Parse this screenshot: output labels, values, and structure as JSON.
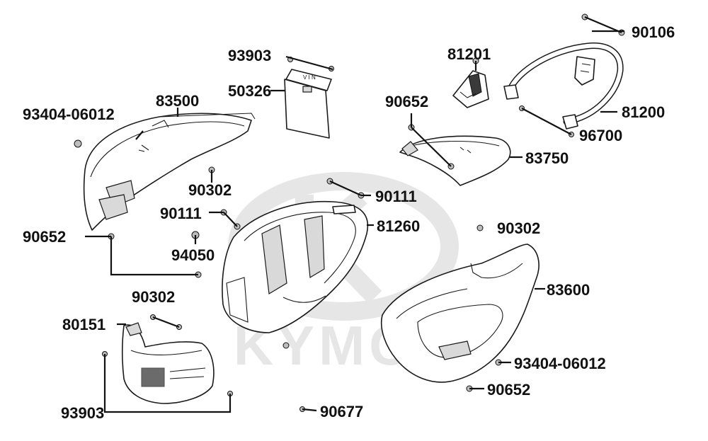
{
  "watermark": {
    "brand": "KYMCO",
    "color": "#e6e6e6"
  },
  "labels": {
    "p90106": "90106",
    "p93903_top": "93903",
    "p81201": "81201",
    "p50326": "50326",
    "p83500": "83500",
    "p90652_right": "90652",
    "p81200": "81200",
    "p93404_left": "93404-06012",
    "p96700": "96700",
    "p83750": "83750",
    "p90302_a": "90302",
    "p90111_right": "90111",
    "p90111_left": "90111",
    "p81260": "81260",
    "p90652_left": "90652",
    "p90302_b": "90302",
    "p94050": "94050",
    "p83600": "83600",
    "p90302_c": "90302",
    "p80151": "80151",
    "p93404_right": "93404-06012",
    "p90652_bottom": "90652",
    "p93903_bottom": "93903",
    "p90677": "90677"
  },
  "icons": {
    "inner_box": "inner-box-81260",
    "left_cover": "body-cover-left-83500",
    "right_cover": "body-cover-right-83600",
    "rear_cover": "rear-center-cover-83750",
    "grab_rail": "rear-grab-rail-81200",
    "rail_bracket": "rail-bracket-81201",
    "vin_plate": "vin-plate-50326",
    "front_lower_cover": "front-lower-cover-80151"
  }
}
